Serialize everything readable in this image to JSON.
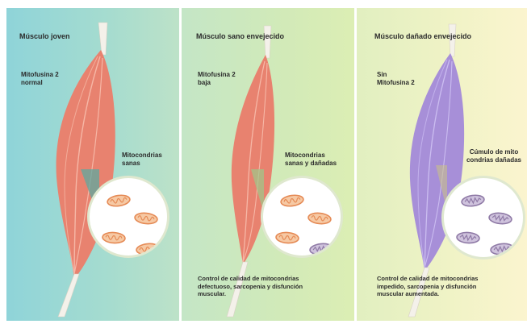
{
  "panels": [
    {
      "title": "Músculo joven",
      "protein_label": [
        "Mitofusina 2",
        "normal"
      ],
      "mito_label": [
        "Mitocondrias",
        "sanas"
      ],
      "caption": [],
      "muscle_color": "#e8826f",
      "mitochondria": [
        "healthy",
        "healthy",
        "healthy",
        "healthy"
      ]
    },
    {
      "title": "Músculo sano envejecido",
      "protein_label": [
        "Mitofusina 2",
        "baja"
      ],
      "mito_label": [
        "Mitocondrias",
        "sanas y dañadas"
      ],
      "caption": [
        "Control de calidad de mitocondrias",
        "defectuoso, sarcopenia y disfunción",
        "muscular."
      ],
      "muscle_color": "#e8826f",
      "mitochondria": [
        "healthy",
        "healthy",
        "healthy",
        "damaged"
      ]
    },
    {
      "title": "Músculo dañado envejecido",
      "protein_label": [
        "Sin",
        "Mitofusina 2"
      ],
      "mito_label": [
        "Cúmulo de mito",
        "condrias dañadas"
      ],
      "caption": [
        "Control de calidad de mitocondrias",
        "impedido, sarcopenia y disfunción",
        "muscular aumentada."
      ],
      "muscle_color": "#a78fd8",
      "mitochondria": [
        "damaged",
        "damaged",
        "damaged",
        "damaged"
      ]
    }
  ],
  "colors": {
    "healthy_mito": "#e58a55",
    "damaged_mito": "#8f7aa6",
    "tendon": "#f4f1ea"
  }
}
